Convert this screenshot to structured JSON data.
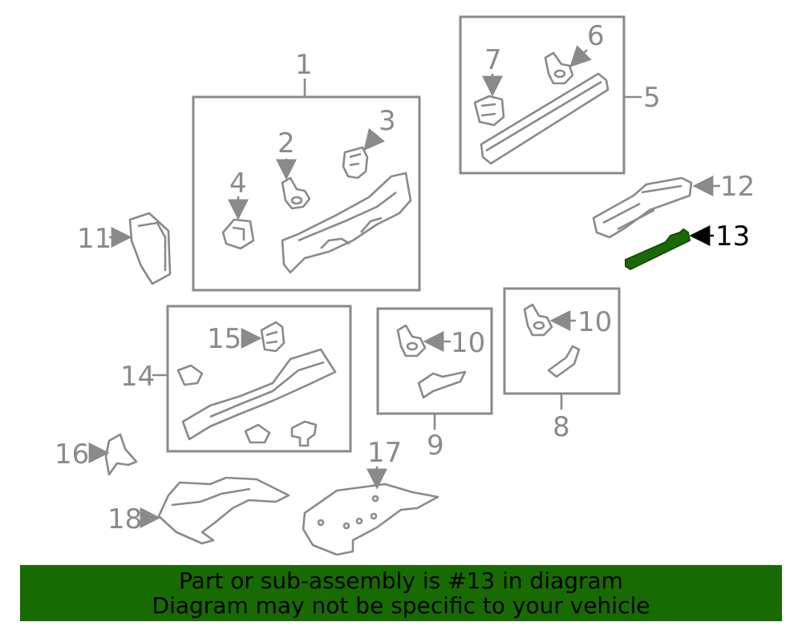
{
  "labels": {
    "l1": "1",
    "l2": "2",
    "l3": "3",
    "l4": "4",
    "l5": "5",
    "l6": "6",
    "l7": "7",
    "l8": "8",
    "l9": "9",
    "l10a": "10",
    "l10b": "10",
    "l11": "11",
    "l12": "12",
    "l13": "13",
    "l14": "14",
    "l15": "15",
    "l16": "16",
    "l17": "17",
    "l18": "18"
  },
  "highlight": {
    "part": "13",
    "color": "#176b00"
  },
  "banner": {
    "line1": "Part or sub-assembly is #13 in diagram",
    "line2": "Diagram may not be specific to your vehicle",
    "background": "#176b00"
  },
  "colors": {
    "linework": "#8a8a8a",
    "highlight_label": "#000000"
  }
}
